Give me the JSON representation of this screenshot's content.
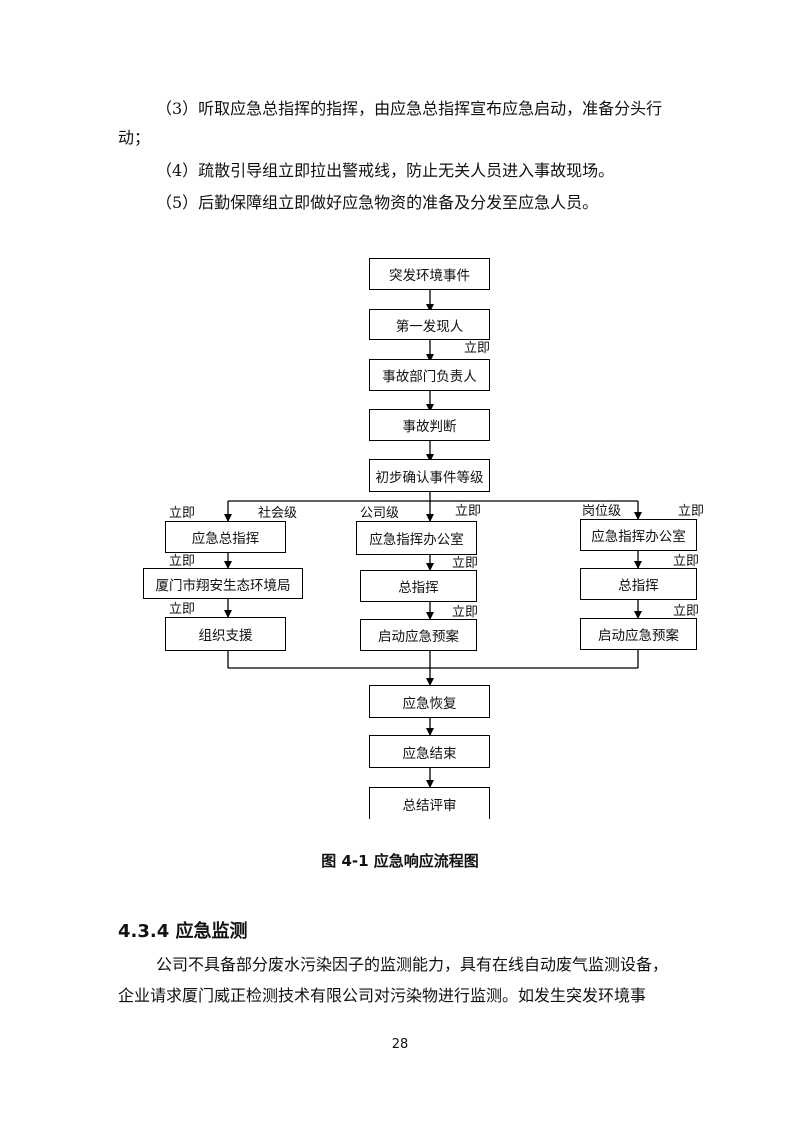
{
  "paragraphs": {
    "p3_line1": "（3）听取应急总指挥的指挥，由应急总指挥宣布应急启动，准备分头行",
    "p3_line2": "动；",
    "p4": "（4）疏散引导组立即拉出警戒线，防止无关人员进入事故现场。",
    "p5": "（5）后勤保障组立即做好应急物资的准备及分发至应急人员。"
  },
  "flowchart": {
    "nodes": {
      "event": "突发环境事件",
      "finder": "第一发现人",
      "dept_head": "事故部门负责人",
      "judge": "事故判断",
      "grade": "初步确认事件等级",
      "left_1": "应急总指挥",
      "left_2": "厦门市翔安生态环境局",
      "left_3": "组织支援",
      "mid_1": "应急指挥办公室",
      "mid_2": "总指挥",
      "mid_3": "启动应急预案",
      "right_1": "应急指挥办公室",
      "right_2": "总指挥",
      "right_3": "启动应急预案",
      "recover": "应急恢复",
      "end": "应急结束",
      "review": "总结评审"
    },
    "labels": {
      "immediately_1": "立即",
      "immediately_left_1": "立即",
      "level_social": "社会级",
      "level_company": "公司级",
      "immediately_mid_1": "立即",
      "level_post": "岗位级",
      "immediately_right_1": "立即",
      "immediately_left_2": "立即",
      "immediately_left_3": "立即",
      "immediately_mid_2": "立即",
      "immediately_mid_3": "立即",
      "immediately_right_2": "立即",
      "immediately_right_3": "立即"
    }
  },
  "caption": "图 4-1 应急响应流程图",
  "section_heading": "4.3.4 应急监测",
  "body": {
    "line1": "公司不具备部分废水污染因子的监测能力，具有在线自动废气监测设备，",
    "line2": "企业请求厦门威正检测技术有限公司对污染物进行监测。如发生突发环境事"
  },
  "page_number": "28"
}
